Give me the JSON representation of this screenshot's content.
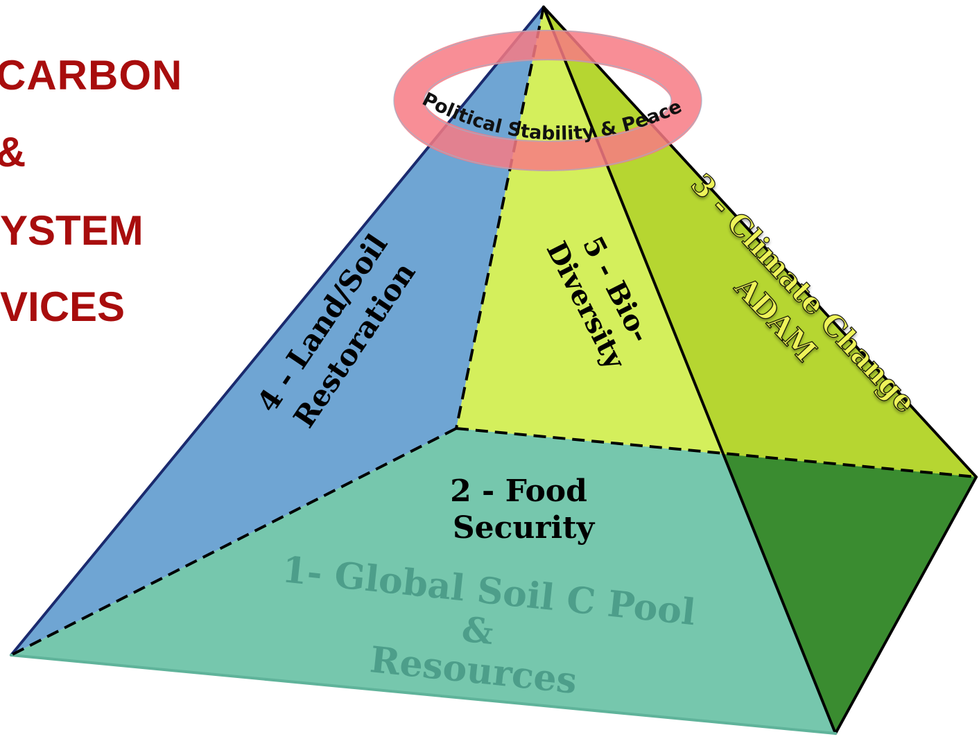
{
  "title": {
    "line1": "CARBON",
    "line2": "&",
    "line3": "YSTEM",
    "line4": "VICES"
  },
  "ring": {
    "label": "Political Stability & Peace"
  },
  "faces": {
    "left": {
      "line1": "4 - Land/Soil",
      "line2": "Restoration"
    },
    "back": {
      "line1": "5 - Bio-",
      "line2": "Diversity"
    },
    "right": {
      "line1": "3 - Climate Change",
      "line2": "ADAM"
    },
    "front": {
      "line1": "2 - Food",
      "line2": "Security"
    },
    "base": {
      "line1": "1- Global Soil C Pool",
      "line2": "&",
      "line3": "Resources"
    }
  },
  "colors": {
    "title": "#a80d0d",
    "left_face": "#6fa5d3",
    "back_face": "#d4ef5c",
    "right_face": "#b6d631",
    "base_face": "#76c7ad",
    "front_right": "#3a8c30",
    "ring": "#f77a84",
    "base_text": "#4d9e8a",
    "label_yellow": "#eef35a"
  }
}
